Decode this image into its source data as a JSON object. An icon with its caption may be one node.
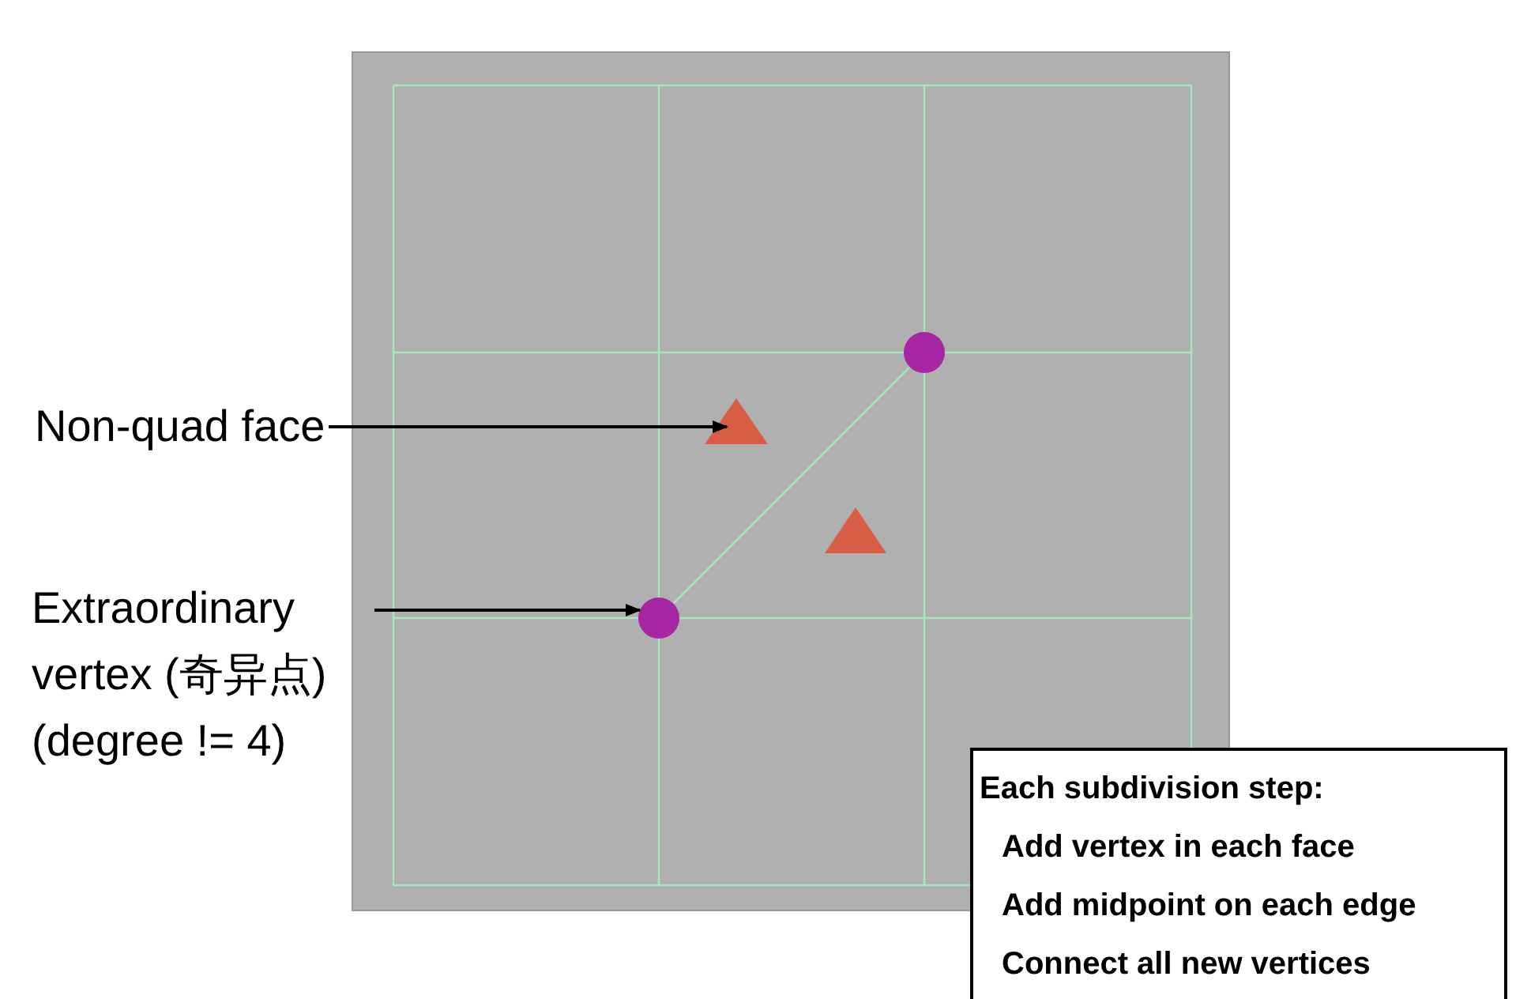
{
  "diagram": {
    "nodes": [
      {
        "text": [
          "Non-quad face"
        ]
      },
      {
        "text": [
          "Extraordinary vertex (奇异点) (degree != 4)"
        ]
      },
      {
        "text": [],
        "shape": "circle"
      },
      {
        "text": [],
        "shape": "triangle"
      },
      {
        "text": [],
        "shape": "triangle"
      },
      {
        "text": [],
        "shape": "circle"
      },
      {
        "text": [
          "Each subdivision step:",
          "Add vertex in each face",
          "Add midpoint on each edge",
          "Connect all new vertices"
        ]
      }
    ],
    "edges": [
      {
        "from": 0,
        "to": 3,
        "arrow": "to"
      },
      {
        "from": 1,
        "to": 5,
        "arrow": "to"
      },
      {
        "from": 2,
        "to": 5,
        "arrow": "none",
        "color": "#a8e6c0"
      }
    ]
  }
}
